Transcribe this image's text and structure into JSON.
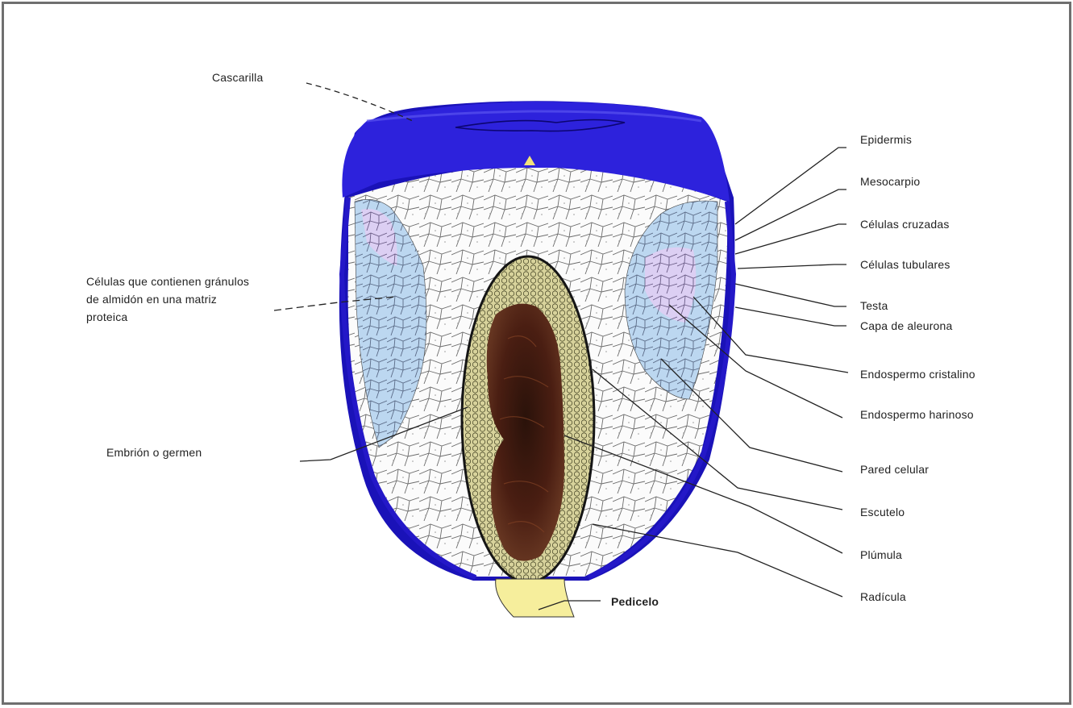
{
  "colors": {
    "hull": "#2a1fd8",
    "hull_dark": "#1609a8",
    "aleurone_left": "#b9d6ef",
    "aleurone_pink": "#e3cdf2",
    "embryo_ring": "#d9d59a",
    "embryo_core": "#3a1a10",
    "pedicel": "#f4ec9a"
  },
  "labels": {
    "cascarilla": "Cascarilla",
    "epidermis": "Epidermis",
    "mesocarpio": "Mesocarpio",
    "celulas_cruzadas": "Células cruzadas",
    "celulas_tubulares": "Células tubulares",
    "testa": "Testa",
    "capa_aleurona": "Capa de aleurona",
    "endospermo_cristalino": "Endospermo cristalino",
    "endospermo_harinoso": "Endospermo harinoso",
    "pared_celular": "Pared celular",
    "escutelo": "Escutelo",
    "plumula": "Plúmula",
    "radicula": "Radícula",
    "pedicelo": "Pedicelo",
    "celulas_almidon": "Células que contienen gránulos de almidón en una matriz proteica",
    "embrion": "Embrión o germen"
  }
}
